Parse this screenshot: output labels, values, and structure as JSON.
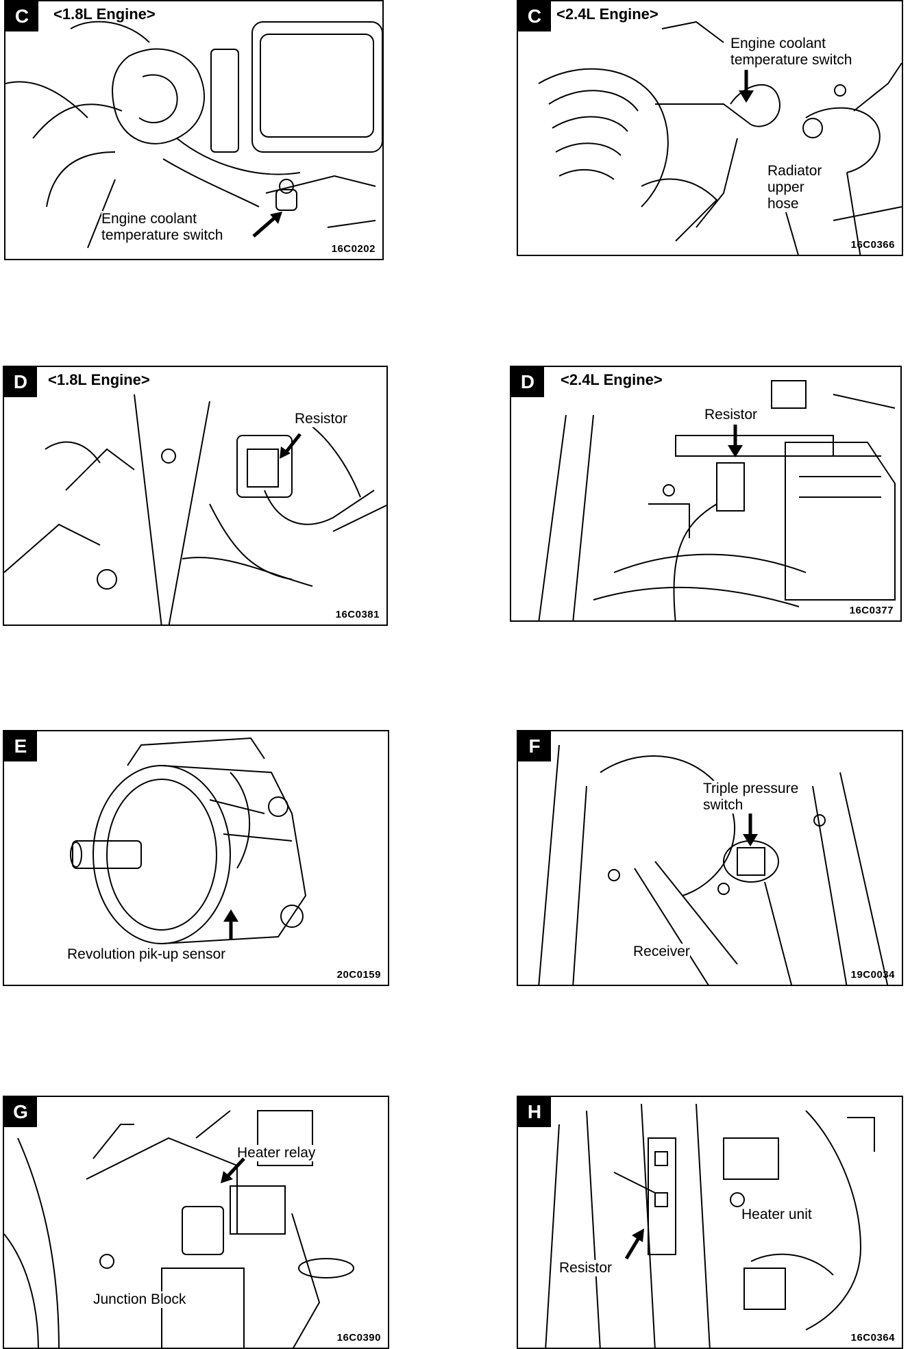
{
  "panels": {
    "c18": {
      "letter": "C",
      "engine": "<1.8L Engine>",
      "label": "Engine coolant\ntemperature switch",
      "code": "16C0202"
    },
    "c24": {
      "letter": "C",
      "engine": "<2.4L Engine>",
      "label1": "Engine coolant\ntemperature switch",
      "label2": "Radiator\nupper\nhose",
      "code": "16C0366"
    },
    "d18": {
      "letter": "D",
      "engine": "<1.8L Engine>",
      "label": "Resistor",
      "code": "16C0381"
    },
    "d24": {
      "letter": "D",
      "engine": "<2.4L Engine>",
      "label": "Resistor",
      "code": "16C0377"
    },
    "e": {
      "letter": "E",
      "label": "Revolution pik-up sensor",
      "code": "20C0159"
    },
    "f": {
      "letter": "F",
      "label1": "Triple pressure\nswitch",
      "label2": "Receiver",
      "code": "19C0034"
    },
    "g": {
      "letter": "G",
      "label1": "Heater relay",
      "label2": "Junction Block",
      "code": "16C0390"
    },
    "h": {
      "letter": "H",
      "label1": "Heater unit",
      "label2": "Resistor",
      "code": "16C0364"
    }
  }
}
